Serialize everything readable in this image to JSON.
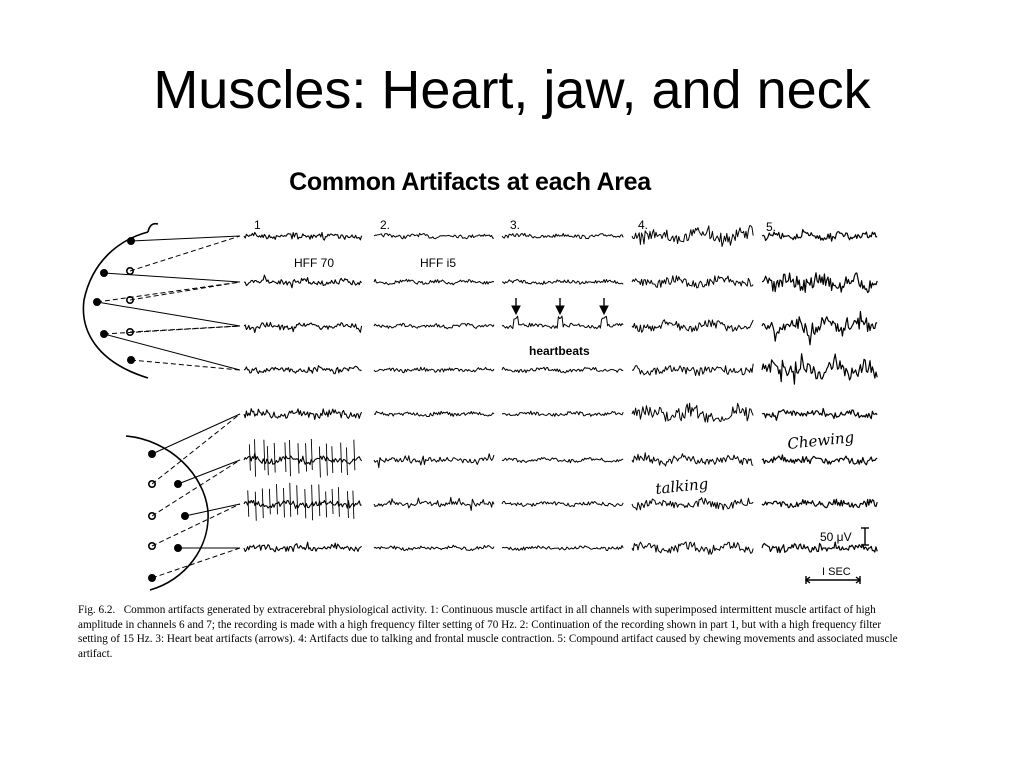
{
  "slide": {
    "title": "Muscles: Heart, jaw, and neck"
  },
  "figure": {
    "title": "Common Artifacts at each Area",
    "panels": [
      "1",
      "2.",
      "3.",
      "4.",
      "5."
    ],
    "annotations": {
      "hff70": "HFF 70",
      "hff15": "HFF i5",
      "heartbeats": "heartbeats",
      "talking": "talking",
      "chewing": "Chewing",
      "amplitude": "50 μV",
      "time": "I SEC"
    },
    "caption": {
      "label": "Fig. 6.2.",
      "text": "Common artifacts generated by extracerebral physiological activity. 1: Continuous muscle artifact in all channels with superimposed intermittent muscle artifact of high amplitude in channels 6 and 7; the recording is made with a high frequency filter setting of 70 Hz. 2: Continuation of the recording shown in part 1, but with a high frequency filter setting of 15 Hz. 3: Heart beat artifacts (arrows). 4: Artifacts due to talking and frontal muscle contraction. 5: Compound artifact caused by chewing movements and associated muscle artifact."
    }
  }
}
